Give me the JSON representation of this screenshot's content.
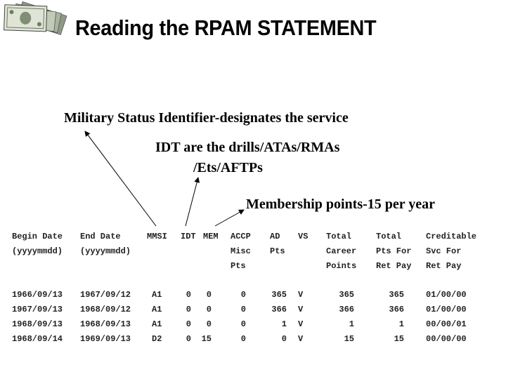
{
  "header": {
    "logo_icon": "money-bills-icon",
    "title": "Reading the RPAM STATEMENT"
  },
  "callouts": {
    "msi": "Military Status Identifier-designates the service",
    "idt_line1": "IDT are the drills/ATAs/RMAs",
    "idt_line2": "/Ets/AFTPs",
    "membership": "Membership points-15 per year"
  },
  "table": {
    "headers": {
      "begin_date": [
        "Begin Date",
        "(yyyymmdd)"
      ],
      "end_date": [
        "End Date",
        "(yyyymmdd)"
      ],
      "mmsi": [
        "MMSI"
      ],
      "idt": [
        "IDT"
      ],
      "mem": [
        "MEM"
      ],
      "accp": [
        "ACCP",
        "Misc",
        "Pts"
      ],
      "ad": [
        "AD",
        "Pts"
      ],
      "vs": [
        "VS"
      ],
      "total_career": [
        "Total",
        "Career",
        "Points"
      ],
      "total_ret": [
        "Total",
        "Pts For",
        "Ret Pay"
      ],
      "creditable": [
        "Creditable",
        "Svc For",
        "Ret Pay"
      ]
    },
    "rows": [
      {
        "begin": "1966/09/13",
        "end": "1967/09/12",
        "mmsi": "A1",
        "idt": "0",
        "mem": "0",
        "accp": "0",
        "ad": "365",
        "vs": "V",
        "career": "365",
        "ret": "365",
        "cred": "01/00/00"
      },
      {
        "begin": "1967/09/13",
        "end": "1968/09/12",
        "mmsi": "A1",
        "idt": "0",
        "mem": "0",
        "accp": "0",
        "ad": "366",
        "vs": "V",
        "career": "366",
        "ret": "366",
        "cred": "01/00/00"
      },
      {
        "begin": "1968/09/13",
        "end": "1968/09/13",
        "mmsi": "A1",
        "idt": "0",
        "mem": "0",
        "accp": "0",
        "ad": "1",
        "vs": "V",
        "career": "1",
        "ret": "1",
        "cred": "00/00/01"
      },
      {
        "begin": "1968/09/14",
        "end": "1969/09/13",
        "mmsi": "D2",
        "idt": "0",
        "mem": "15",
        "accp": "0",
        "ad": "0",
        "vs": "V",
        "career": "15",
        "ret": "15",
        "cred": "00/00/00"
      }
    ]
  }
}
